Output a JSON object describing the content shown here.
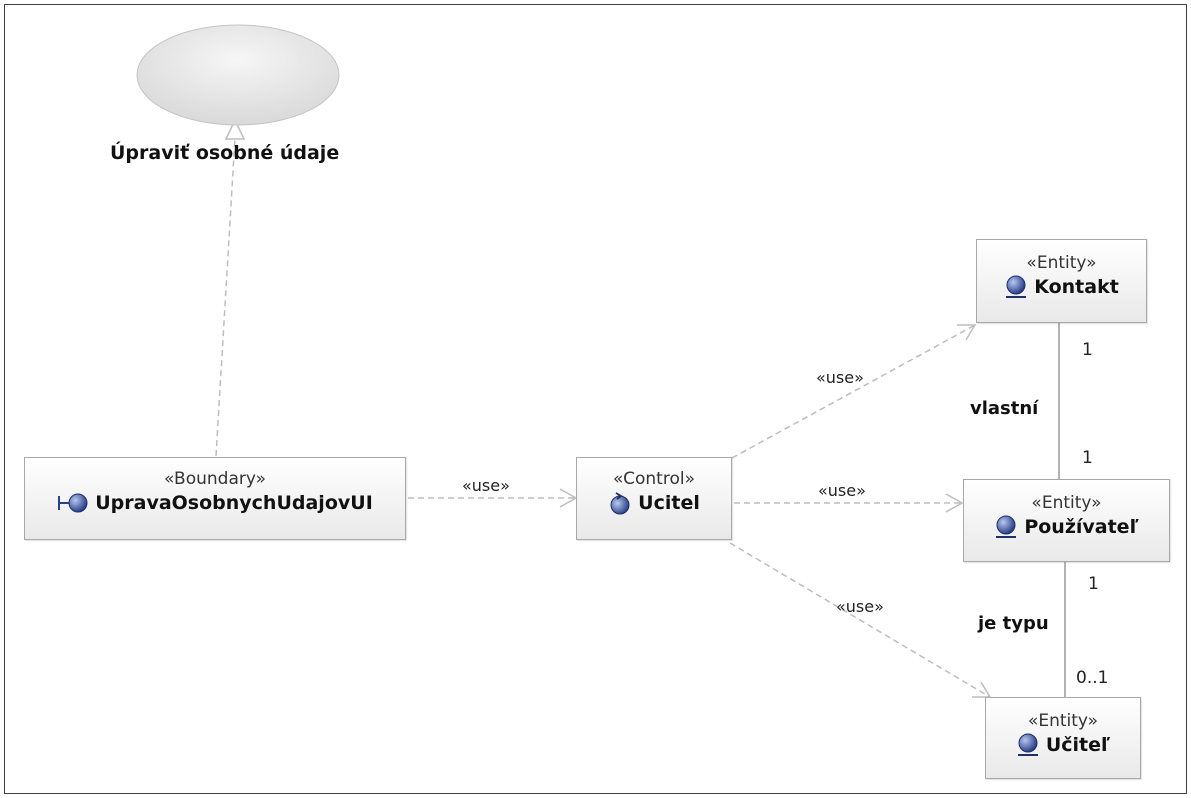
{
  "usecase": {
    "name": "Úpraviť osobné údaje"
  },
  "classes": {
    "boundary": {
      "stereotype": "«Boundary»",
      "name": "UpravaOsobnychUdajovUI"
    },
    "control": {
      "stereotype": "«Control»",
      "name": "Ucitel"
    },
    "kontakt": {
      "stereotype": "«Entity»",
      "name": "Kontakt"
    },
    "pouzivatel": {
      "stereotype": "«Entity»",
      "name": "Používateľ"
    },
    "ucitel_entity": {
      "stereotype": "«Entity»",
      "name": "Učiteľ"
    }
  },
  "dependencies": {
    "boundary_to_control": "«use»",
    "control_to_kontakt": "«use»",
    "control_to_pouzivatel": "«use»",
    "control_to_ucitel": "«use»"
  },
  "associations": {
    "vlastni": {
      "name": "vlastní",
      "end_top": "1",
      "end_bottom": "1"
    },
    "je_typu": {
      "name": "je typu",
      "end_top": "1",
      "end_bottom": "0..1"
    }
  }
}
